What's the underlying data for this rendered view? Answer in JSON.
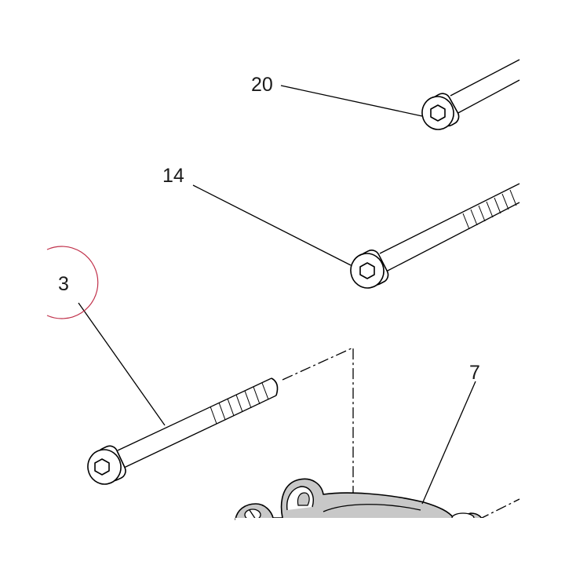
{
  "callouts": [
    {
      "id": "20",
      "label": "20"
    },
    {
      "id": "14",
      "label": "14"
    },
    {
      "id": "3",
      "label": "3"
    },
    {
      "id": "7",
      "label": "7"
    }
  ],
  "colors": {
    "line": "#000000",
    "highlight_circle": "#c0304a",
    "housing_fill": "#c8c8c8"
  }
}
